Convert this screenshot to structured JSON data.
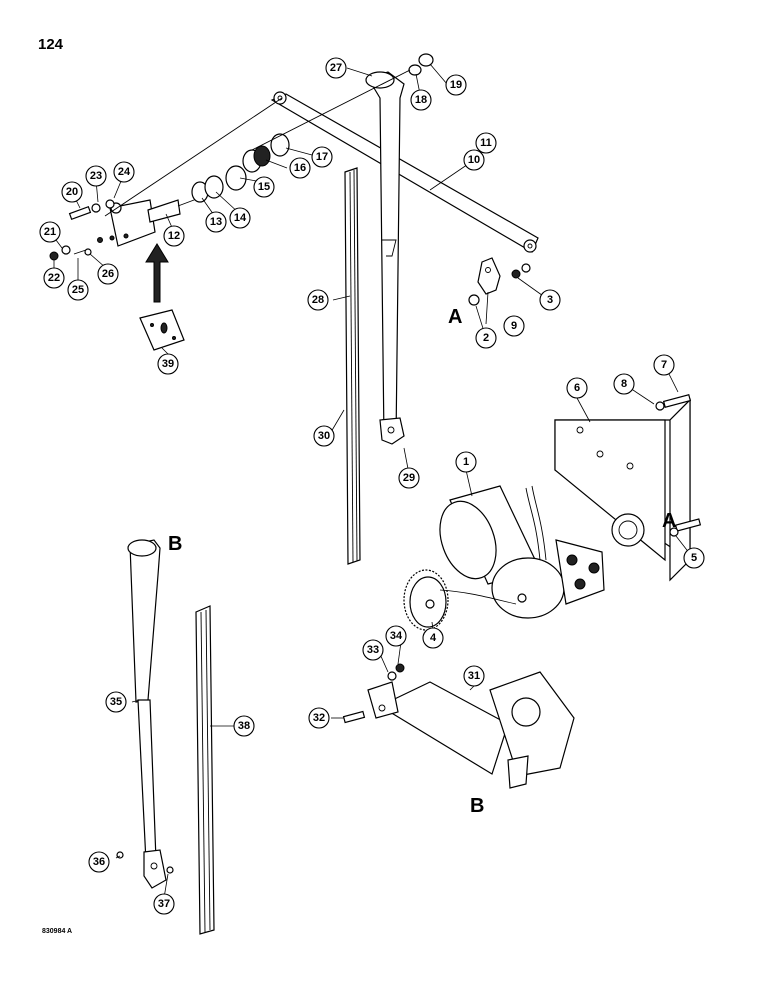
{
  "page_number": "124",
  "drawing_code": "830984 A",
  "ref_letters": {
    "a": "A",
    "b": "B"
  },
  "callouts": {
    "c1": "1",
    "c2": "2",
    "c3": "3",
    "c4": "4",
    "c5": "5",
    "c6": "6",
    "c7": "7",
    "c8": "8",
    "c9": "9",
    "c10": "10",
    "c11": "11",
    "c12": "12",
    "c13": "13",
    "c14": "14",
    "c15": "15",
    "c16": "16",
    "c17": "17",
    "c18": "18",
    "c19": "19",
    "c20": "20",
    "c21": "21",
    "c22": "22",
    "c23": "23",
    "c24": "24",
    "c25": "25",
    "c26": "26",
    "c27": "27",
    "c28": "28",
    "c29": "29",
    "c30": "30",
    "c31": "31",
    "c32": "32",
    "c33": "33",
    "c34": "34",
    "c35": "35",
    "c36": "36",
    "c37": "37",
    "c38": "38",
    "c39": "39"
  }
}
